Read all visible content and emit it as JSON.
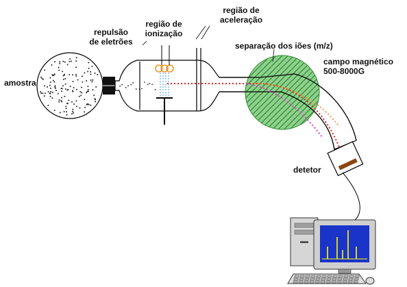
{
  "labels": {
    "amostra": "amostra",
    "repulsao_1": "repulsão",
    "repulsao_2": "de eletrões",
    "ionizacao_1": "região de",
    "ionizacao_2": "ionização",
    "aceleracao_1": "região de",
    "aceleracao_2": "aceleração",
    "separacao": "separação dos iões (m/z)",
    "campo_1": "campo magnético",
    "campo_2": "500-8000G",
    "detetor": "detetor"
  },
  "colors": {
    "field_fill": "#8fd08f",
    "field_hatch": "#2e8b2e",
    "ion_beam_red": "#e02020",
    "ion_beam_magenta": "#e040c0",
    "ion_beam_orange": "#f08020",
    "filament": "#f08000",
    "electron_lines": "#3aa0e0",
    "screen_bg": "#1a33c8",
    "spectrum_peaks": "#ffff00"
  },
  "icons": [
    "computer-monitor-icon",
    "computer-tower-icon",
    "keyboard-icon",
    "mouse-icon"
  ]
}
